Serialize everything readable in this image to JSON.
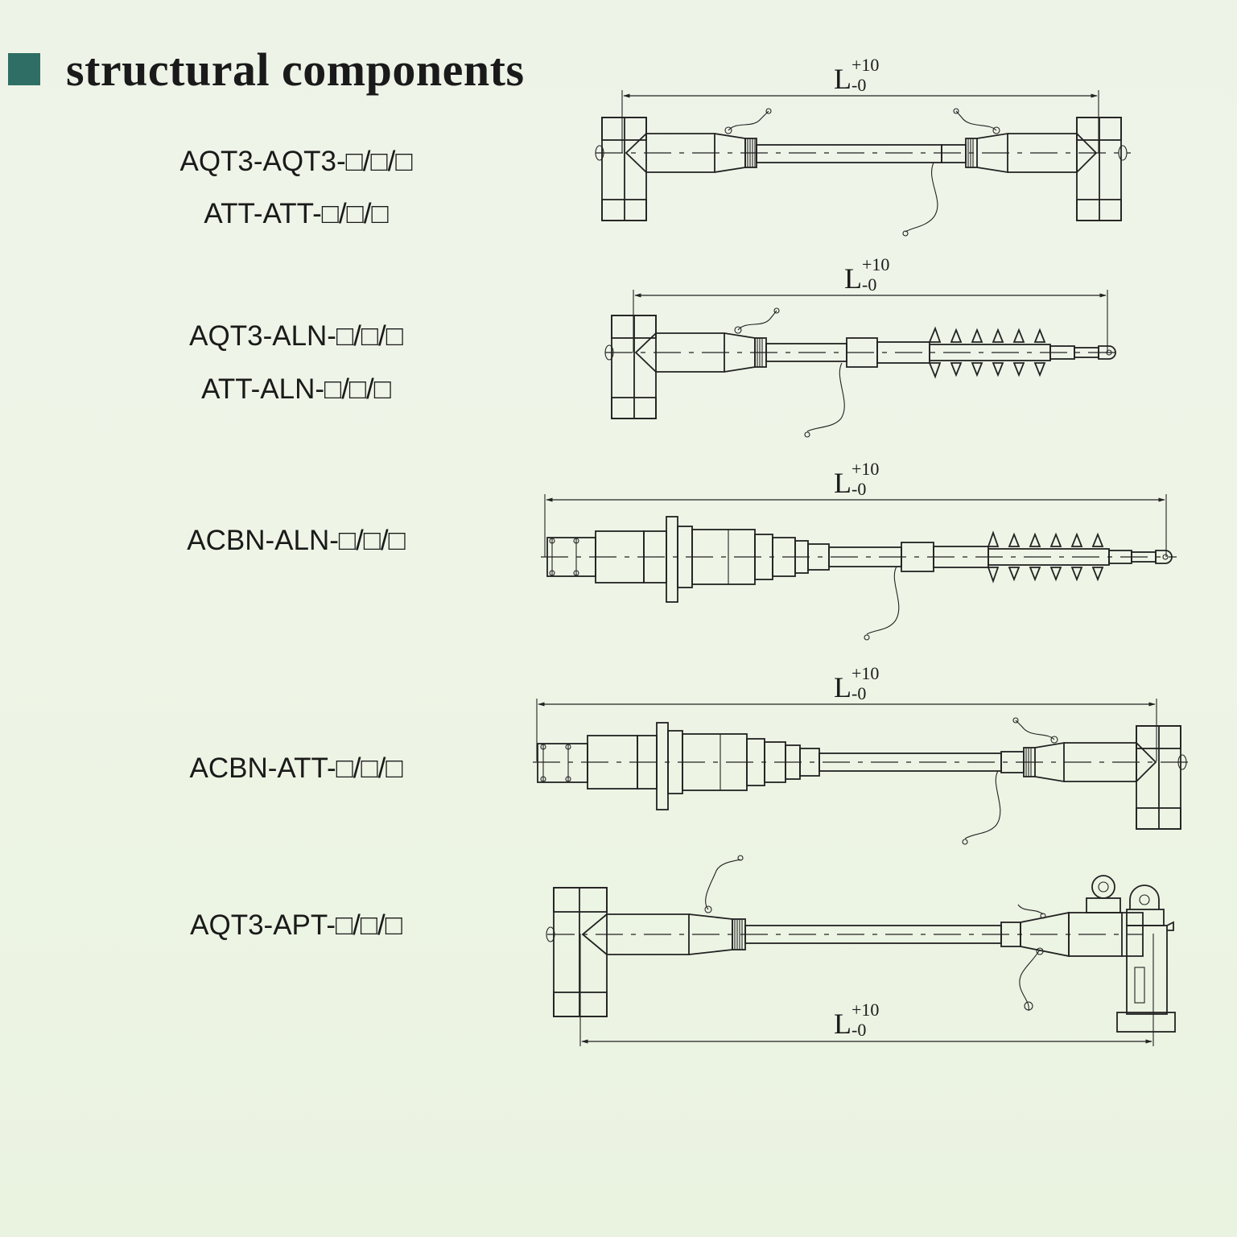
{
  "header": {
    "title": "structural components",
    "accent_color": "#2e6e64"
  },
  "models": [
    {
      "lines": [
        "AQT3-AQT3-□/□/□",
        "ATT-ATT-□/□/□"
      ]
    },
    {
      "lines": [
        "AQT3-ALN-□/□/□",
        "ATT-ALN-□/□/□"
      ]
    },
    {
      "lines": [
        "ACBN-ALN-□/□/□"
      ]
    },
    {
      "lines": [
        "ACBN-ATT-□/□/□"
      ]
    },
    {
      "lines": [
        "AQT3-APT-□/□/□"
      ]
    }
  ],
  "dimension": {
    "symbol": "L",
    "upper_tolerance": "+10",
    "lower_tolerance": "-0"
  }
}
